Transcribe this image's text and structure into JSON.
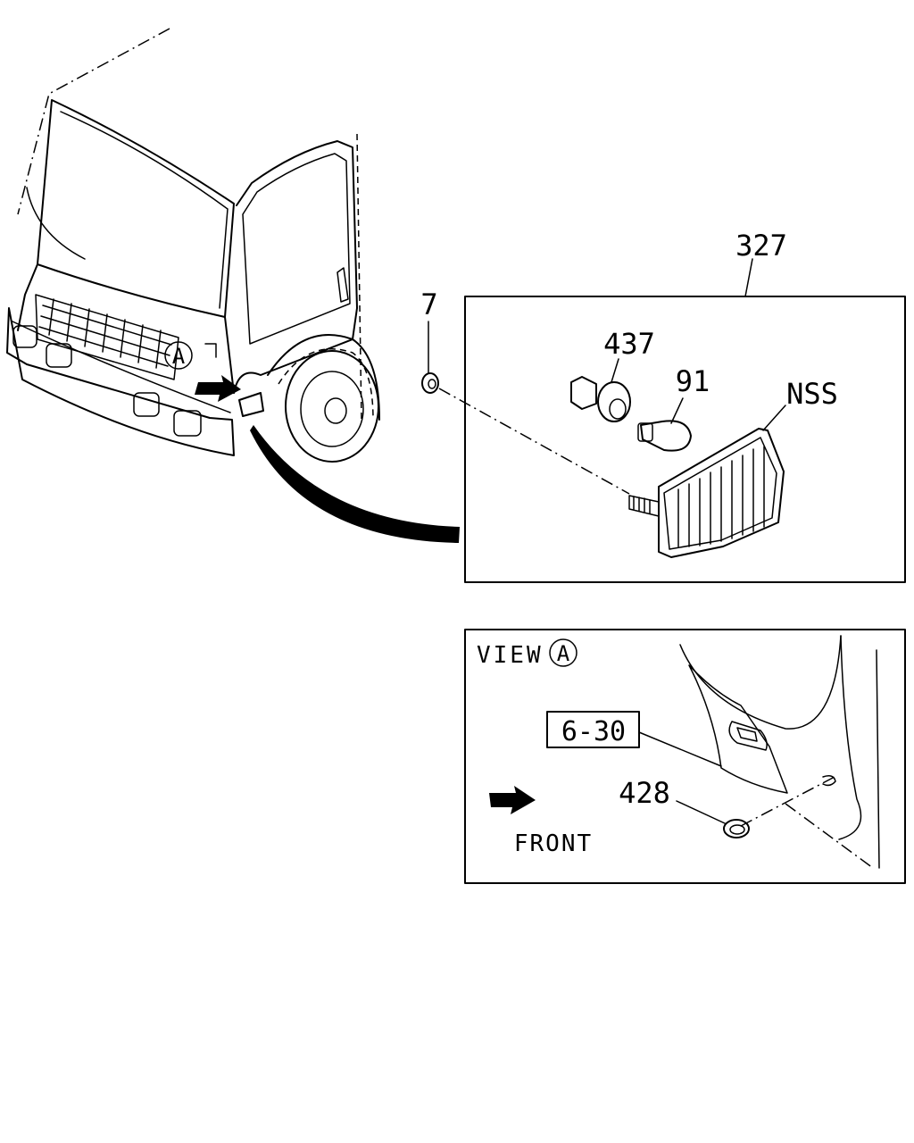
{
  "callouts": {
    "assembly": "327",
    "nut": "7",
    "socket": "437",
    "bulb": "91",
    "nss": "NSS",
    "ref": "6-30",
    "plug": "428"
  },
  "view": {
    "prefix": "VIEW",
    "letter": "A"
  },
  "front_label": "FRONT",
  "marker_letter": "A"
}
